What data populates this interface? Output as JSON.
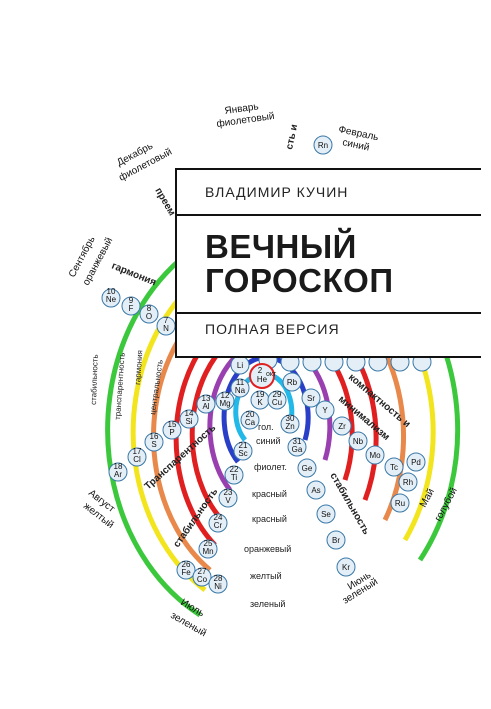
{
  "cover": {
    "author": "ВЛАДИМИР КУЧИН",
    "title_line1": "ВЕЧНЫЙ",
    "title_line2": "ГОРОСКОП",
    "subtitle": "ПОЛНАЯ ВЕРСИЯ"
  },
  "months": {
    "jan_1": "Январь",
    "jan_2": "фиолетовый",
    "feb_1": "Февраль",
    "feb_2": "синий",
    "dec_1": "Декабрь",
    "dec_2": "фиолетовый",
    "sep_1": "Сентябрь",
    "sep_2": "оранжевый",
    "aug_1": "Август",
    "aug_2": "желтый",
    "jul_1": "Июль",
    "jul_2": "зеленый",
    "jun_1": "Июнь",
    "jun_2": "зеленый",
    "may_1": "Май",
    "may_2": "голубой"
  },
  "ring_labels": {
    "garmoniya": "гармония",
    "stabilnost": "стабильность",
    "transparentnost": "транспарентность",
    "garmoniya_small": "гармония",
    "centralnost": "центральность",
    "transparentnost_big": "Транспарентность",
    "stabilnost_big": "стабильность",
    "kompaktnost": "компактность и",
    "minimalizm": "минимализм",
    "stabilnost_right": "стабильность",
    "preem": "преем",
    "fragment_top": "сть и",
    "okt": "окт",
    "gol": "гол.",
    "siniy": "синий",
    "fiolet": "фиолет.",
    "krasny1": "красный",
    "krasny2": "красный",
    "oranzh": "оранжевый",
    "zhelty": "желтый",
    "zeleny": "зеленый"
  },
  "elements": [
    {
      "n": "10",
      "s": "Ne"
    },
    {
      "n": "9",
      "s": "F"
    },
    {
      "n": "8",
      "s": "O"
    },
    {
      "n": "7",
      "s": "N"
    },
    {
      "n": "11",
      "s": "Na"
    },
    {
      "n": "2",
      "s": "He"
    },
    {
      "n": "13",
      "s": "Al"
    },
    {
      "n": "12",
      "s": "Mg"
    },
    {
      "n": "19",
      "s": "K"
    },
    {
      "n": "29",
      "s": "Cu"
    },
    {
      "n": "20",
      "s": "Ca"
    },
    {
      "n": "30",
      "s": "Zn"
    },
    {
      "n": "14",
      "s": "Si"
    },
    {
      "n": "15",
      "s": "P"
    },
    {
      "n": "16",
      "s": "S"
    },
    {
      "n": "17",
      "s": "Cl"
    },
    {
      "n": "18",
      "s": "Ar"
    },
    {
      "n": "21",
      "s": "Sc"
    },
    {
      "n": "22",
      "s": "Ti"
    },
    {
      "n": "23",
      "s": "V"
    },
    {
      "n": "24",
      "s": "Cr"
    },
    {
      "n": "25",
      "s": "Mn"
    },
    {
      "n": "26",
      "s": "Fe"
    },
    {
      "n": "27",
      "s": "Co"
    },
    {
      "n": "28",
      "s": "Ni"
    },
    {
      "n": "31",
      "s": "Ga"
    },
    {
      "n": "",
      "s": "Ge"
    },
    {
      "n": "",
      "s": "As"
    },
    {
      "n": "",
      "s": "Se"
    },
    {
      "n": "",
      "s": "Br"
    },
    {
      "n": "",
      "s": "Kr"
    },
    {
      "n": "",
      "s": "Rb"
    },
    {
      "n": "",
      "s": "Sr"
    },
    {
      "n": "",
      "s": "Y"
    },
    {
      "n": "",
      "s": "Zr"
    },
    {
      "n": "",
      "s": "Nb"
    },
    {
      "n": "",
      "s": "Mo"
    },
    {
      "n": "",
      "s": "Tc"
    },
    {
      "n": "",
      "s": "Pd"
    },
    {
      "n": "",
      "s": "Rh"
    },
    {
      "n": "",
      "s": "Ru"
    },
    {
      "n": "",
      "s": "Rn"
    },
    {
      "n": "",
      "s": "Li"
    }
  ],
  "colors": {
    "green": "#3cc83c",
    "yellow": "#f2e51e",
    "orange": "#e8884a",
    "red": "#e02020",
    "purple": "#9a3fb0",
    "blue": "#2a3fc8",
    "lightblue": "#22b8e8",
    "node_fill": "#e3eef6"
  }
}
